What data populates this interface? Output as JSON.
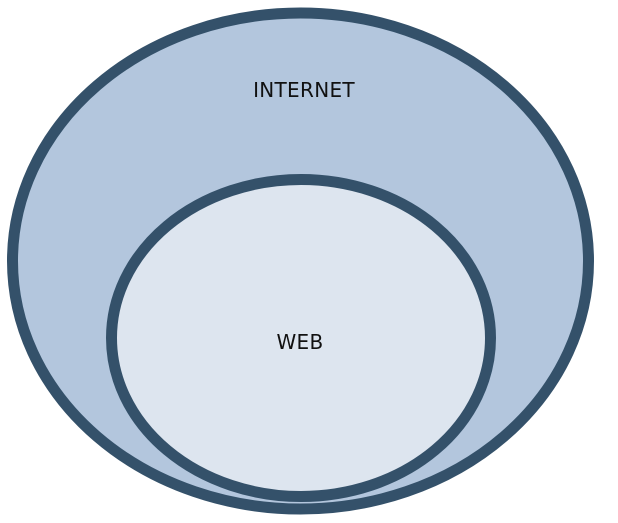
{
  "diagram": {
    "type": "nested-ellipses",
    "colors": {
      "stroke": "#34516a",
      "outer_fill": "#b3c6dd",
      "inner_fill": "#dde5ef",
      "background": "#ffffff",
      "text": "#111111"
    },
    "outer": {
      "label": "INTERNET"
    },
    "inner": {
      "label": "WEB"
    }
  }
}
